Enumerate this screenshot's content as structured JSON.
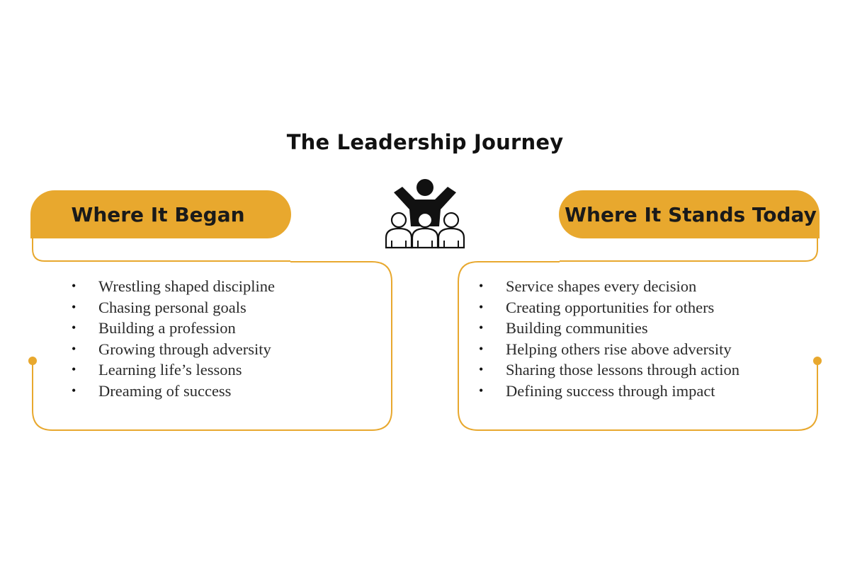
{
  "title": "The Leadership Journey",
  "left": {
    "heading": "Where It Began",
    "items": [
      "Wrestling shaped discipline",
      "Chasing personal goals",
      "Building a profession",
      "Growing through adversity",
      "Learning life’s lessons",
      "Dreaming of success"
    ]
  },
  "right": {
    "heading": "Where It Stands Today",
    "items": [
      "Service shapes every decision",
      "Creating opportunities for others",
      "Building communities",
      "Helping others rise above adversity",
      "Sharing those lessons through action",
      "Defining success through impact"
    ]
  },
  "icon": "leader-with-team-icon",
  "colors": {
    "accent": "#E8A82E",
    "text": "#2a2a2a",
    "title": "#111111"
  }
}
